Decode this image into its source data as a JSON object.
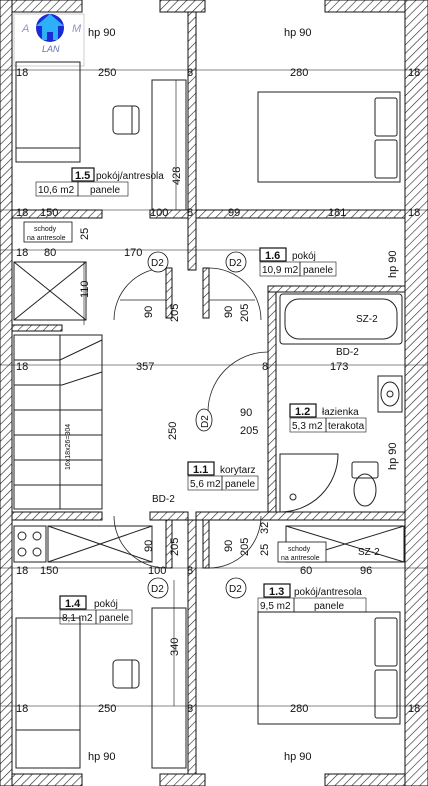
{
  "logo": {
    "letters_left": "A",
    "letters_right": "M",
    "subtext": "LAN"
  },
  "headroom": {
    "top_left": "hp 90",
    "top_right": "hp 90",
    "side_1_6": "hp 90",
    "side_bath": "hp 90",
    "bottom_left": "hp 90",
    "bottom_right": "hp 90"
  },
  "rooms": [
    {
      "id": "room-1-5",
      "number": "1.5",
      "name": "pokój/antresola",
      "area": "10,6 m2",
      "floor": "panele"
    },
    {
      "id": "room-1-6",
      "number": "1.6",
      "name": "pokój",
      "area": "10,9 m2",
      "floor": "panele"
    },
    {
      "id": "room-1-2",
      "number": "1.2",
      "name": "łazienka",
      "area": "5,3 m2",
      "floor": "terakota"
    },
    {
      "id": "room-1-1",
      "number": "1.1",
      "name": "korytarz",
      "area": "5,6 m2",
      "floor": "panele"
    },
    {
      "id": "room-1-4",
      "number": "1.4",
      "name": "pokój",
      "area": "8,1 m2",
      "floor": "panele"
    },
    {
      "id": "room-1-3",
      "number": "1.3",
      "name": "pokój/antresola",
      "area": "9,5 m2",
      "floor": "panele"
    }
  ],
  "stairs_label": {
    "line1": "schody",
    "line2": "na antresole"
  },
  "stair_spec": "16x18x26=304",
  "door_tags": {
    "d2": "D2",
    "bd2": "BD-2",
    "sz2": "SZ-2"
  },
  "dims": {
    "row1": [
      "18",
      "250",
      "8",
      "280",
      "18"
    ],
    "r15_height": "428",
    "row2": [
      "18",
      "150",
      "100",
      "8",
      "99",
      "181",
      "18"
    ],
    "d25a": "25",
    "row3": [
      "18",
      "80",
      "170"
    ],
    "d110": "110",
    "door_w_left": "90",
    "door_h_left": "205",
    "door_w_right": "90",
    "door_h_right": "205",
    "row4": [
      "18",
      "357",
      "8",
      "173"
    ],
    "corr_250": "250",
    "bath_door_w": "90",
    "bath_door_h": "205",
    "lower_door_l_w": "90",
    "lower_door_l_h": "205",
    "lower_door_r_w": "90",
    "lower_door_r_h": "205",
    "d25b": "25",
    "d32": "32",
    "row5": [
      "18",
      "150",
      "100",
      "8",
      "60",
      "96"
    ],
    "d340": "340",
    "row6": [
      "18",
      "250",
      "8",
      "280",
      "18"
    ]
  }
}
